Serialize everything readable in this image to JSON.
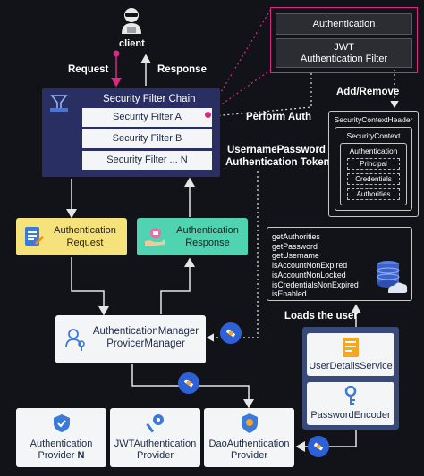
{
  "client": {
    "label": "client"
  },
  "flow": {
    "request": "Request",
    "response": "Response"
  },
  "chain": {
    "title": "Security Filter Chain",
    "filters": [
      "Security Filter A",
      "Security Filter B",
      "Security Filter ... N"
    ]
  },
  "auth_filter_group": {
    "authentication": "Authentication",
    "jwt_filter_line1": "JWT",
    "jwt_filter_line2": "Authentication Filter"
  },
  "labels": {
    "perform_auth": "Perform Auth",
    "add_remove": "Add/Remove",
    "token_line1": "UsernamePassword",
    "token_line2": "Authentication Token",
    "loads_user": "Loads the user"
  },
  "security_context": {
    "holder": "SecurityContextHeader",
    "context": "SecurityContext",
    "authentication": "Authentication",
    "items": [
      "Principal",
      "Credentials",
      "Authorities"
    ]
  },
  "auth_request": {
    "line1": "Authentication",
    "line2": "Request"
  },
  "auth_response": {
    "line1": "Authentication",
    "line2": "Response"
  },
  "user_details": {
    "methods": [
      "getAuthorities",
      "getPassword",
      "getUsername",
      "isAccountNonExpired",
      "isAccountNonLocked",
      "isCredentialsNonExpired",
      "isEnabled"
    ]
  },
  "manager": {
    "line1": "AuthenticationManager",
    "line2": "ProvicerManager"
  },
  "services": {
    "user_details_service": "UserDetailsService",
    "password_encoder": "PasswordEncoder"
  },
  "providers": [
    {
      "prefix": "Authentication",
      "line2": "Provider ",
      "suffix": "N"
    },
    {
      "prefix": "JWTAuthentication",
      "line2": "Provider",
      "suffix": ""
    },
    {
      "prefix": "DaoAuthentication",
      "line2": "Provider",
      "suffix": ""
    }
  ],
  "colors": {
    "background": "#111318",
    "accent_magenta": "#d62b83",
    "request_yellow": "#f6e27a",
    "response_green": "#4fd3b0",
    "card": "#f4f5f7",
    "chain_panel": "#2a2f63",
    "service_panel": "#3a4a78"
  }
}
